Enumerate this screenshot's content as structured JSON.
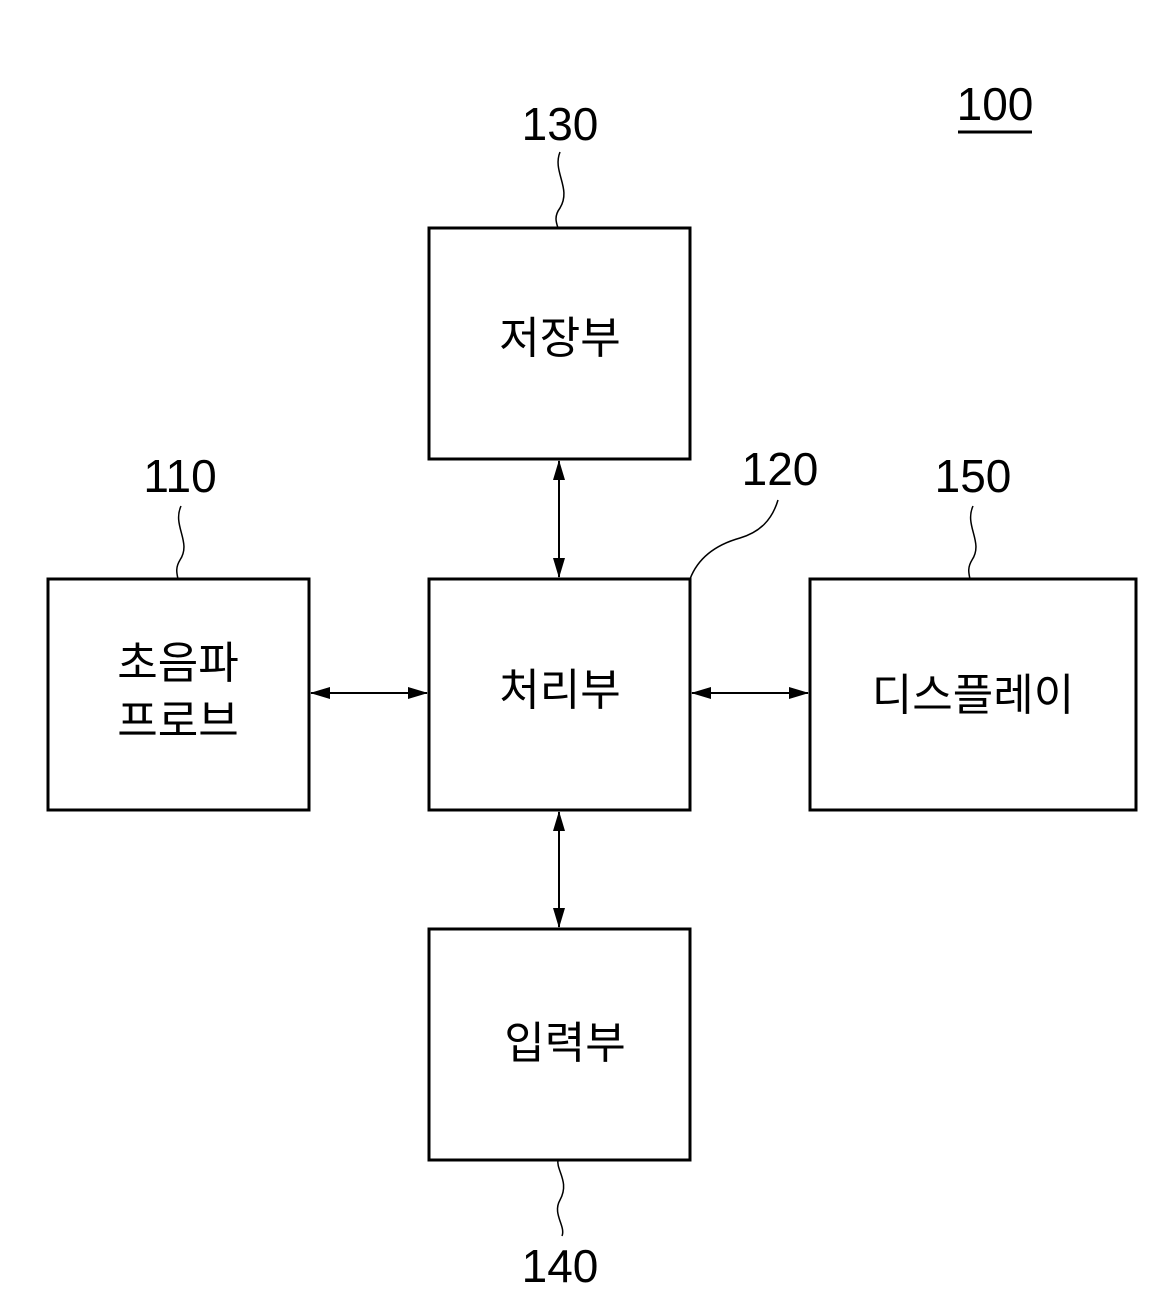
{
  "figure_ref": "100",
  "blocks": {
    "probe": {
      "ref": "110",
      "lines": [
        "초음파",
        "프로브"
      ]
    },
    "processor": {
      "ref": "120",
      "lines": [
        "처리부"
      ]
    },
    "storage": {
      "ref": "130",
      "lines": [
        "저장부"
      ]
    },
    "input": {
      "ref": "140",
      "lines": [
        "입력부"
      ]
    },
    "display": {
      "ref": "150",
      "lines": [
        "디스플레이"
      ]
    }
  },
  "connections": [
    {
      "from": "processor",
      "to": "storage",
      "bidirectional": true
    },
    {
      "from": "processor",
      "to": "input",
      "bidirectional": true
    },
    {
      "from": "processor",
      "to": "probe",
      "bidirectional": true
    },
    {
      "from": "processor",
      "to": "display",
      "bidirectional": true
    }
  ]
}
